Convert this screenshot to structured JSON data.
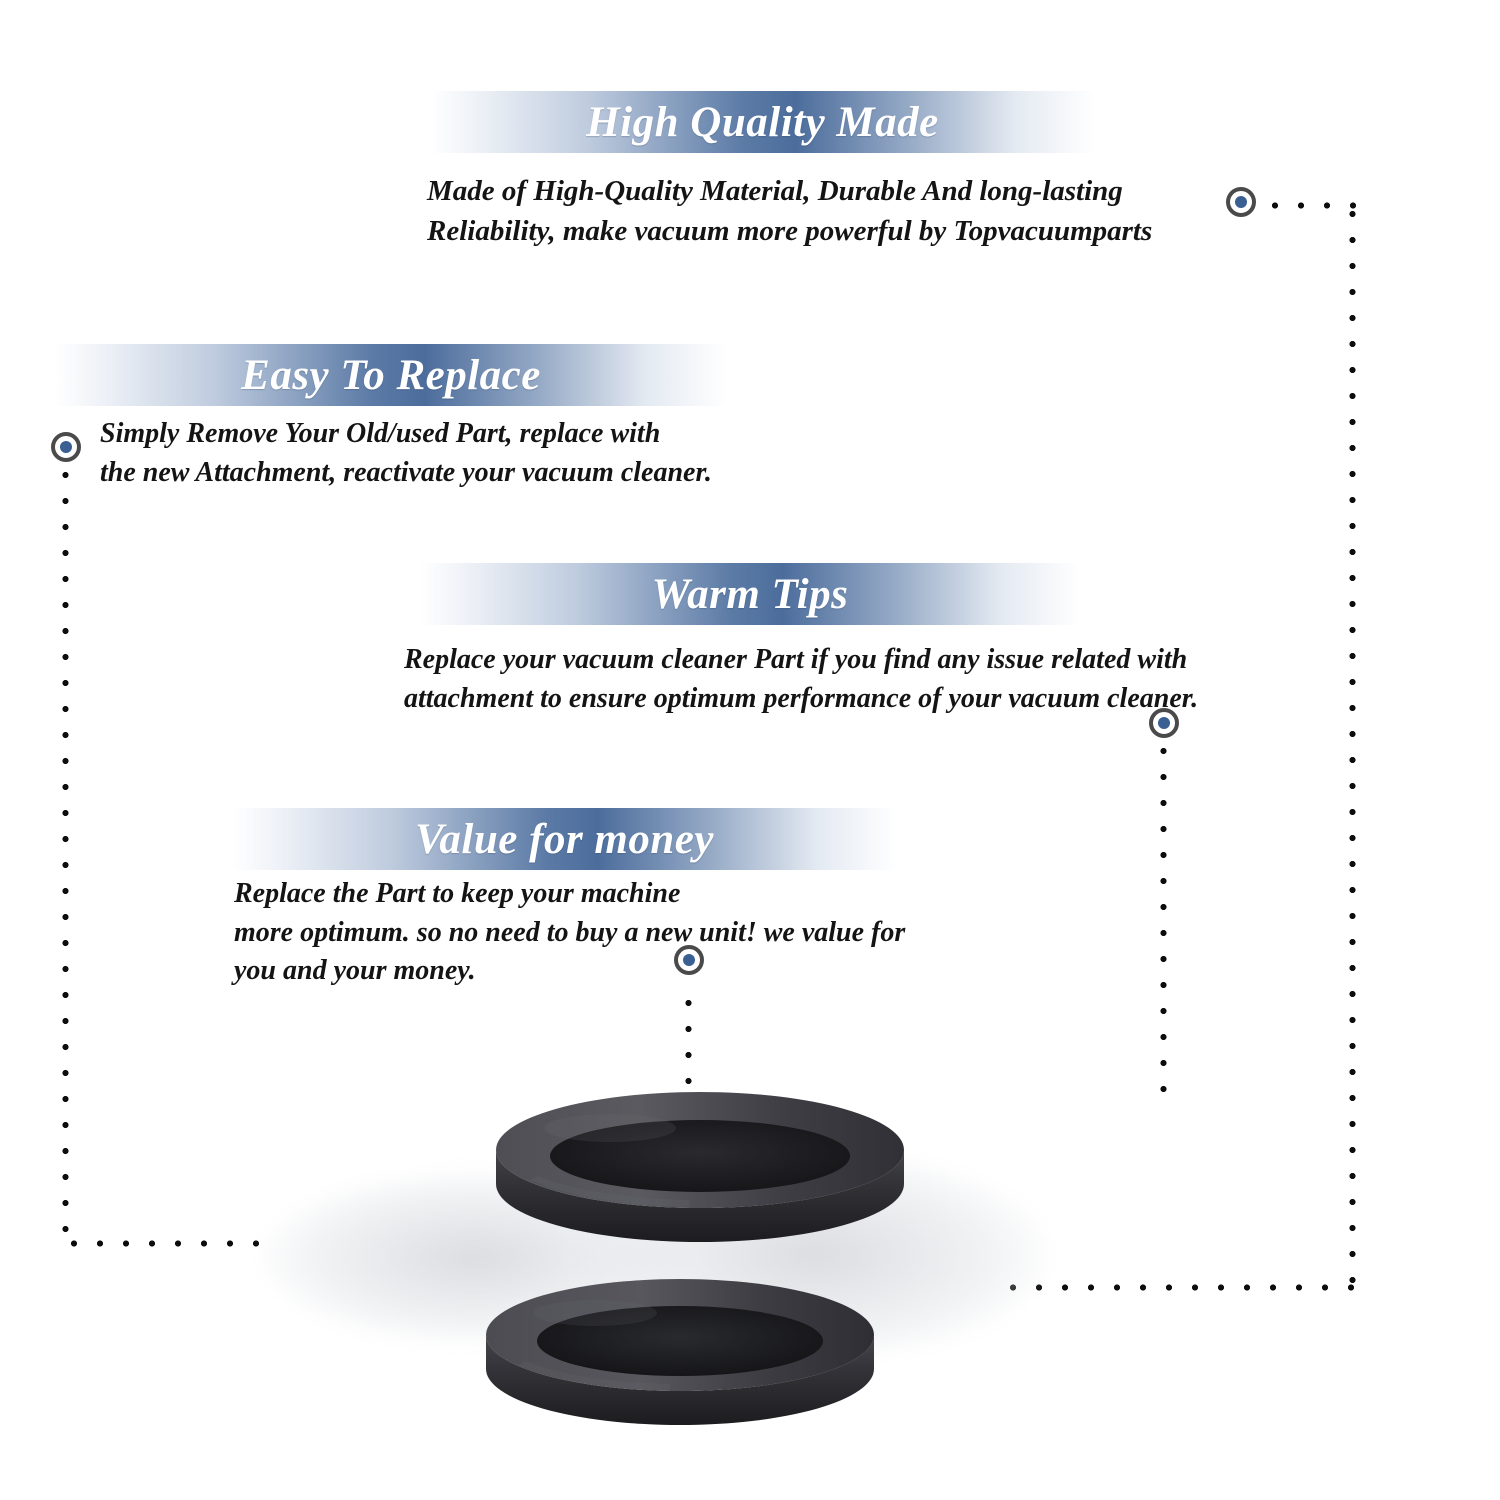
{
  "page": {
    "background_color": "#ffffff",
    "banner_gradient_center_color": "#4c6d9c",
    "marker_ring_color": "#4a4a4a",
    "marker_core_color": "#3a5f93",
    "dot_color": "#0d0d0d",
    "body_text_color": "#141414",
    "banner_text_color": "#ffffff"
  },
  "sections": [
    {
      "id": "high-quality-made",
      "title": "High Quality Made",
      "body": "Made of  High-Quality Material, Durable And long-lasting\nReliability, make vacuum more powerful by Topvacuumparts"
    },
    {
      "id": "easy-to-replace",
      "title": "Easy To Replace",
      "body": "Simply Remove Your Old/used Part, replace with\nthe new Attachment, reactivate your vacuum cleaner."
    },
    {
      "id": "warm-tips",
      "title": "Warm Tips",
      "body": "Replace your vacuum cleaner Part if you find any issue related with\nattachment to ensure optimum performance of your vacuum cleaner."
    },
    {
      "id": "value-for-money",
      "title": "Value for money",
      "body": "Replace the Part to keep your machine\nmore optimum. so no need to buy a new unit! we value for\nyou and your money."
    }
  ],
  "markers": [
    {
      "id": "marker-high-quality-made",
      "label": "callout-marker-high-quality-made"
    },
    {
      "id": "marker-easy-to-replace",
      "label": "callout-marker-easy-to-replace"
    },
    {
      "id": "marker-warm-tips",
      "label": "callout-marker-warm-tips"
    },
    {
      "id": "marker-value-for-money",
      "label": "callout-marker-value-for-money"
    }
  ],
  "product": {
    "name": "vacuum-cleaner-belt",
    "count": 2,
    "color": "#2e2e30",
    "items": [
      {
        "id": "belt-upper",
        "label": "vacuum-belt-upper"
      },
      {
        "id": "belt-lower",
        "label": "vacuum-belt-lower"
      }
    ]
  }
}
